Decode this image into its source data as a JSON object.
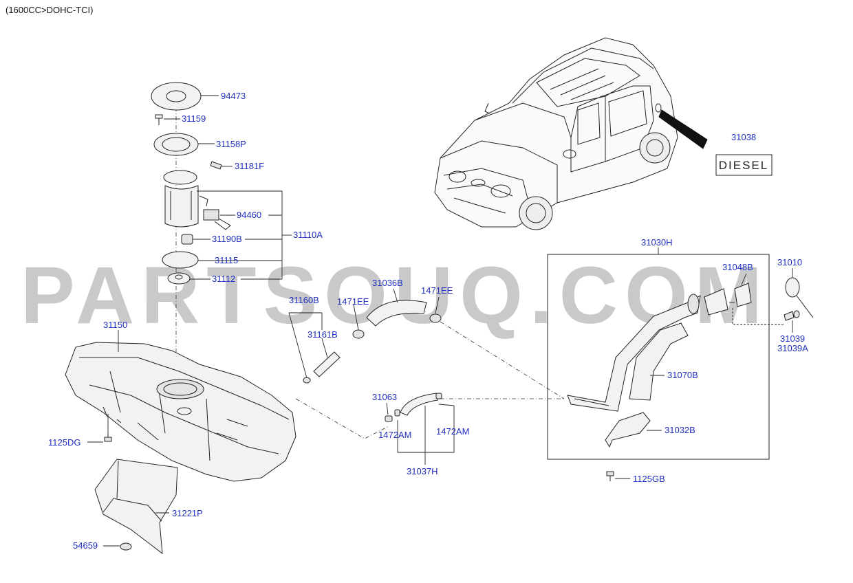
{
  "header": {
    "caption": "(1600CC>DOHC-TCI)"
  },
  "watermark": {
    "text": "PARTSOUQ.COM"
  },
  "badge": {
    "text": "DIESEL"
  },
  "parts": {
    "p94473": "94473",
    "p31159": "31159",
    "p31158P": "31158P",
    "p31181F": "31181F",
    "p94460": "94460",
    "p31110A": "31110A",
    "p31190B": "31190B",
    "p31115": "31115",
    "p31112": "31112",
    "p31150": "31150",
    "p1125DG": "1125DG",
    "p31221P": "31221P",
    "p54659": "54659",
    "p31160B": "31160B",
    "p1471EE_a": "1471EE",
    "p31161B": "31161B",
    "p31036B": "31036B",
    "p1471EE_b": "1471EE",
    "p31063": "31063",
    "p1472AM_a": "1472AM",
    "p1472AM_b": "1472AM",
    "p31037H": "31037H",
    "p31038": "31038",
    "p31030H": "31030H",
    "p31048B": "31048B",
    "p31010": "31010",
    "p31039": "31039",
    "p31039A": "31039A",
    "p31070B": "31070B",
    "p31032B": "31032B",
    "p1125GB": "1125GB"
  },
  "colors": {
    "label": "#1f2fbf",
    "line": "#222222",
    "watermark": "#c9c9c9"
  }
}
